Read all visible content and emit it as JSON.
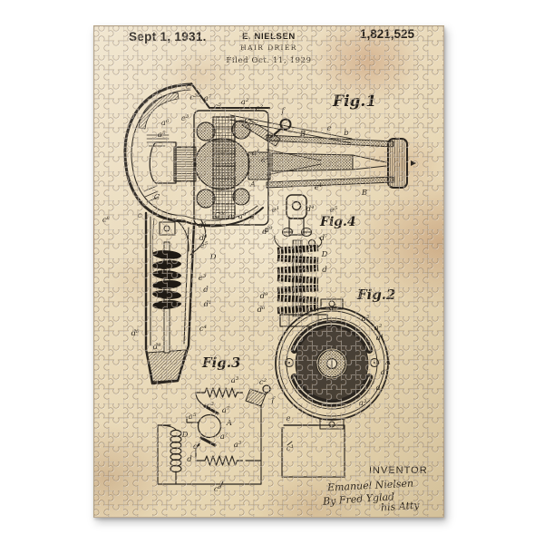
{
  "product": {
    "header": {
      "date": "Sept 1, 1931.",
      "inventor": "E. NIELSEN",
      "patent_number": "1,821,525",
      "title": "HAIR DRIER",
      "filed": "Filed Oct. 11, 1929"
    },
    "figures": [
      {
        "label": "Fig.1"
      },
      {
        "label": "Fig.4"
      },
      {
        "label": "Fig.2"
      },
      {
        "label": "Fig.3"
      }
    ],
    "inventor_block": {
      "heading": "INVENTOR",
      "signature_line1": "Emanuel Nielsen",
      "signature_line2": "By Fred Yglad",
      "signature_line3": "his Atty"
    },
    "colors": {
      "paper": "#e9dcc0",
      "ink": "#2b2620",
      "stain": "#c28c62",
      "puzzle_line": "#7d6448"
    },
    "part_labels": {
      "fig1": [
        [
          "c¹",
          105,
          67
        ],
        [
          "c³⁰",
          111,
          79
        ],
        [
          "a⁷",
          125,
          80
        ],
        [
          "c⁵",
          136,
          89
        ],
        [
          "a²",
          166,
          84
        ],
        [
          "e²",
          182,
          91
        ],
        [
          "f",
          208,
          94
        ],
        [
          "e³",
          100,
          102
        ],
        [
          "a⁶",
          78,
          107
        ],
        [
          "a⁵",
          74,
          120
        ],
        [
          "B",
          230,
          119
        ],
        [
          "e",
          259,
          113
        ],
        [
          "b",
          278,
          118
        ],
        [
          "a⁴",
          178,
          140
        ],
        [
          "a³",
          188,
          148
        ],
        [
          "A",
          175,
          175
        ],
        [
          "e¹",
          247,
          178
        ],
        [
          "B",
          298,
          184
        ],
        [
          "C",
          69,
          189
        ],
        [
          "c⁸",
          13,
          214
        ],
        [
          "c",
          50,
          209
        ],
        [
          "C³⁰",
          139,
          209
        ],
        [
          "a³",
          152,
          210
        ],
        [
          "a³",
          163,
          210
        ],
        [
          "a",
          174,
          210
        ],
        [
          "d",
          188,
          227
        ],
        [
          "d⁵",
          119,
          220
        ],
        [
          "d⁴",
          120,
          234
        ],
        [
          "e⁵",
          121,
          242
        ],
        [
          "D",
          131,
          255
        ],
        [
          "e³",
          119,
          278
        ],
        [
          "d",
          123,
          291
        ],
        [
          "d¹",
          125,
          307
        ],
        [
          "c⁴",
          120,
          334
        ],
        [
          "d⁶",
          45,
          339
        ],
        [
          "d⁸",
          69,
          354
        ]
      ],
      "fig4": [
        [
          "e¹",
          200,
          203
        ],
        [
          "d⁴",
          238,
          202
        ],
        [
          "e⁵",
          264,
          203
        ],
        [
          "d⁹",
          192,
          225
        ],
        [
          "d⁷",
          253,
          234
        ],
        [
          "D",
          254,
          252
        ],
        [
          "d",
          254,
          269
        ],
        [
          "d⁹",
          187,
          298
        ],
        [
          "d⁶",
          184,
          313
        ]
      ],
      "fig2": [
        [
          "a⁵",
          263,
          311
        ],
        [
          "a³",
          299,
          323
        ],
        [
          "a²",
          313,
          333
        ],
        [
          "a¹",
          315,
          344
        ],
        [
          "A",
          324,
          371
        ],
        [
          "a⁴",
          320,
          382
        ],
        [
          "a",
          313,
          399
        ],
        [
          "a³",
          296,
          416
        ]
      ],
      "fig3": [
        [
          "a³",
          155,
          391
        ],
        [
          "c²",
          186,
          393
        ],
        [
          "f",
          197,
          413
        ],
        [
          "c³",
          128,
          419
        ],
        [
          "a⁷",
          145,
          424
        ],
        [
          "a⁵",
          108,
          431
        ],
        [
          "A",
          149,
          438
        ],
        [
          "a⁷",
          143,
          453
        ],
        [
          "D",
          100,
          451
        ],
        [
          "c⁴",
          113,
          464
        ],
        [
          "d",
          105,
          478
        ],
        [
          "a³",
          158,
          462
        ],
        [
          "e",
          214,
          433
        ],
        [
          "c¹",
          216,
          466
        ],
        [
          "c⁶",
          136,
          511
        ]
      ]
    }
  }
}
